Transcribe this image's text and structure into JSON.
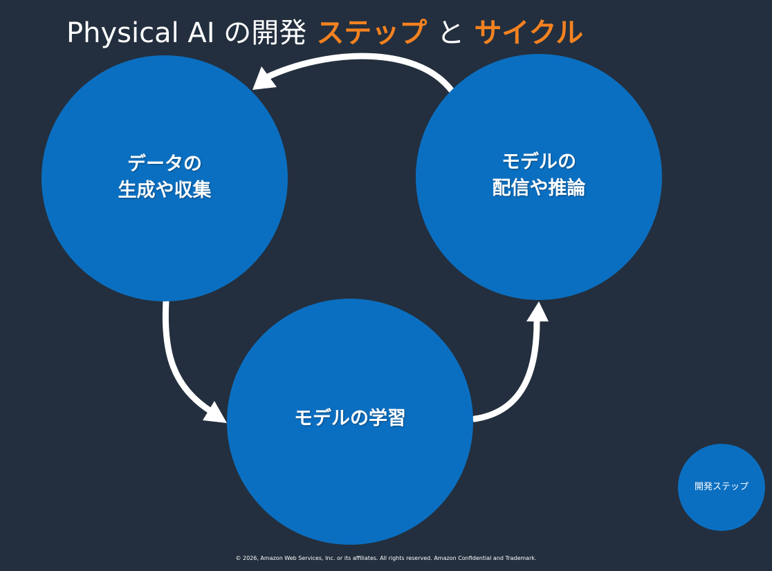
{
  "title": {
    "prefix": "Physical AI の開発",
    "accent1": "ステップ",
    "middle": "と",
    "accent2": "サイクル"
  },
  "colors": {
    "background": "#232f3e",
    "circle": "#0b6fc1",
    "accent": "#f58220",
    "arrow": "#ffffff"
  },
  "nodes": {
    "data": {
      "line1": "データの",
      "line2": "生成や収集"
    },
    "deploy": {
      "line1": "モデルの",
      "line2": "配信や推論"
    },
    "train": {
      "line1": "モデルの学習"
    }
  },
  "legend": {
    "label": "開発ステップ"
  },
  "footer": "© 2026, Amazon Web Services, Inc. or its affiliates. All rights reserved. Amazon Confidential and Trademark."
}
